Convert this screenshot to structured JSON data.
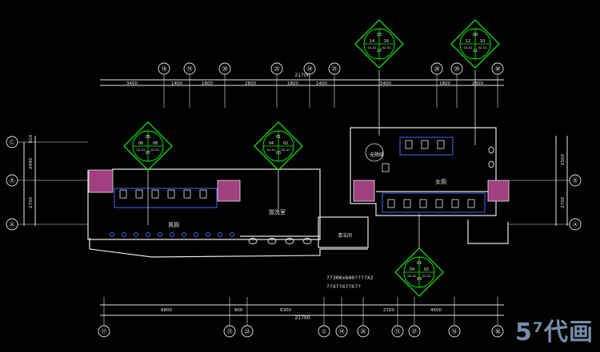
{
  "title": "",
  "grid_top": [
    "⑱",
    "⑲",
    "⑳",
    "㉓",
    "㉔",
    "㉕",
    "㉘",
    "㉙",
    "㉚"
  ],
  "grid_bottom": [
    "⑰",
    "㉑",
    "㉒",
    "①",
    "⑭",
    "㉖",
    "⑮",
    "㉗",
    "⑯",
    "㉚"
  ],
  "grid_left": [
    "Ⓒ",
    "Ⓑ",
    "Ⓐ"
  ],
  "grid_right": [
    "Ⓑ",
    "Ⓐ"
  ],
  "dims_top": [
    "3400",
    "1400",
    "1800",
    "2800",
    "1800",
    "1400",
    "5400",
    "1800",
    "2800"
  ],
  "dims_top_total": "21700",
  "dims_bottom": [
    "6800",
    "900",
    "6300",
    "2700",
    "4500"
  ],
  "dims_bottom_total": "21700",
  "dims_left": [
    "810",
    "2490",
    "2700"
  ],
  "dims_right": [
    "2500",
    "2700"
  ],
  "room_labels": {
    "male_toilet": "男厕",
    "accessible": "无障碍",
    "female_toilet": "女厕",
    "janitor": "清洁间",
    "washroom": "盥洗室"
  },
  "stair_note": "??300x600????X2",
  "stair_note2": "??X??X??X??",
  "detail_tags": [
    {
      "top": "05",
      "left": "06",
      "right": "08",
      "bottom": "07",
      "sub": "02-01"
    },
    {
      "top": "01",
      "left": "04",
      "right": "02",
      "bottom": "03",
      "sub": "02-01"
    },
    {
      "top": "15",
      "left": "14",
      "right": "16",
      "bottom": "17",
      "sub": "02-02"
    },
    {
      "top": "09",
      "left": "12",
      "right": "10",
      "bottom": "11",
      "sub": "02-02"
    },
    {
      "top": "01",
      "left": "04",
      "right": "02",
      "bottom": "03",
      "sub": "02-02"
    }
  ],
  "watermark": "5⁷代画",
  "colors": {
    "background": "#000000",
    "wall": "#ffffff",
    "dimension": "#ffff00",
    "axis": "#ffffff",
    "tag": "#00ff00",
    "fixture": "#3f6cff",
    "column": "#a0407f",
    "text": "#e6e6e6"
  }
}
